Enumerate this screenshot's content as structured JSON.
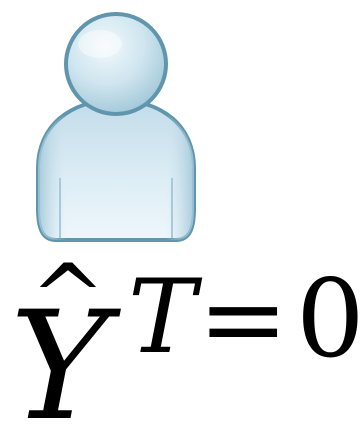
{
  "avatar": {
    "icon": "user-icon",
    "colors": {
      "outline": "#5f95ad",
      "fill_light": "#eaf5fa",
      "fill_mid": "#c6e0ec",
      "fill_dark": "#a6cadb"
    }
  },
  "formula": {
    "base": "Y",
    "accent": "^",
    "superscript": "T",
    "operator": "=",
    "value": "0",
    "color": "#000000"
  }
}
